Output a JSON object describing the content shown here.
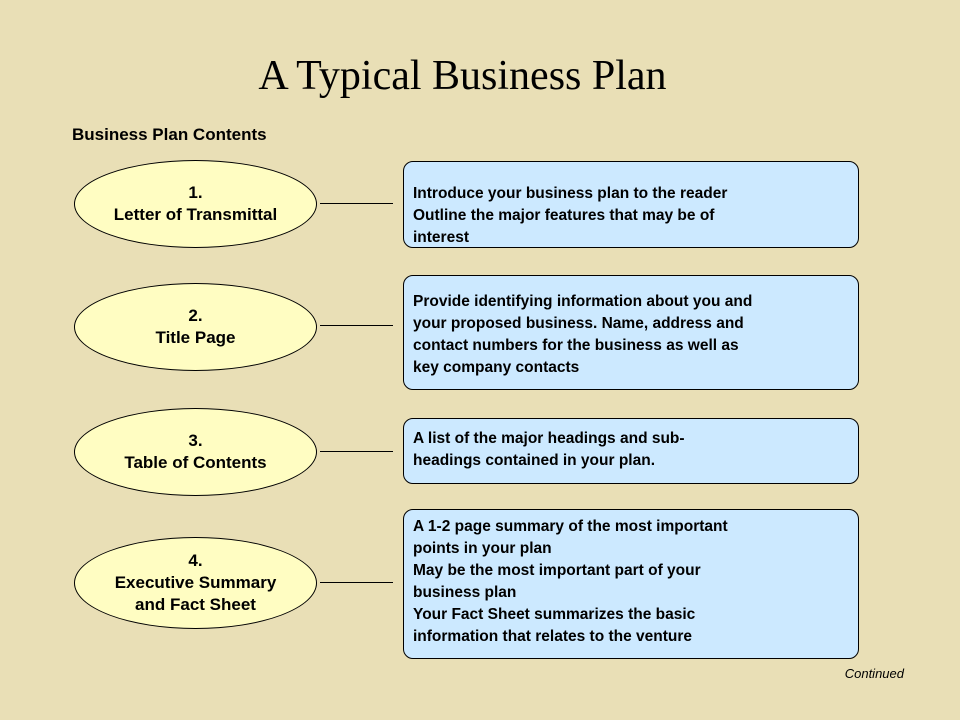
{
  "title": "A Typical Business Plan",
  "subtitle": "Business Plan Contents",
  "sections": [
    {
      "number": "1.",
      "name_lines": [
        "Letter of Transmittal"
      ],
      "description_lines": [
        "Introduce your business plan to the reader",
        "Outline the major features that may be of",
        "interest"
      ]
    },
    {
      "number": "2.",
      "name_lines": [
        "Title Page"
      ],
      "description_lines": [
        "Provide identifying information about you and",
        "your proposed business. Name, address and",
        "contact numbers for the business as well as",
        "key company contacts"
      ]
    },
    {
      "number": "3.",
      "name_lines": [
        "Table of Contents"
      ],
      "description_lines": [
        "A list of the major headings and sub-",
        "headings contained in your plan."
      ]
    },
    {
      "number": "4.",
      "name_lines": [
        "Executive Summary",
        "and Fact Sheet"
      ],
      "description_lines": [
        "A 1-2 page summary of the most important",
        "points in your plan",
        "May be the most important part of your",
        "business plan",
        "Your Fact Sheet summarizes the basic",
        "information that relates to the venture"
      ]
    }
  ],
  "footer_note": "Continued",
  "colors": {
    "background": "#e9dfb6",
    "ellipse_fill": "#fffdc2",
    "box_fill": "#cce9ff"
  }
}
